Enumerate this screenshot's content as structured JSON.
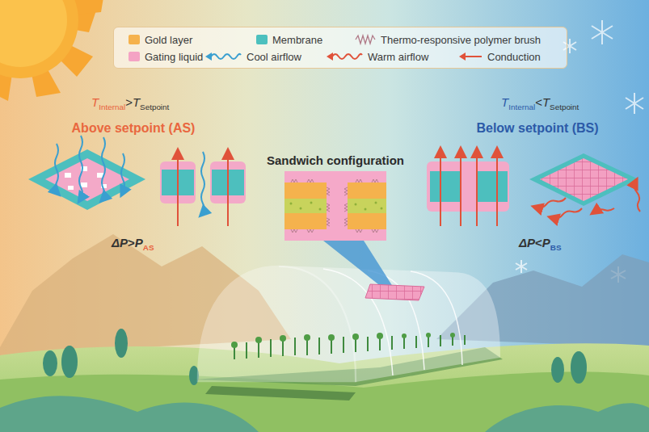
{
  "diagram": {
    "labels": [
      "T",
      "Internal",
      ">",
      "T",
      "Setpoint",
      "Above setpoint (AS)",
      "Sandwich configuration",
      "T",
      "Internal",
      "<",
      "T",
      "Setpoint",
      "Below setpoint (BS)",
      "ΔP",
      ">",
      "P",
      "AS",
      "ΔP",
      "<",
      "P",
      "BS"
    ],
    "legend": [
      {
        "text": "Gold layer",
        "color": "#f5b24d"
      },
      {
        "text": "Membrane",
        "color": "#4cc0be"
      },
      {
        "text": "Thermo-responsive polymer brush"
      },
      {
        "text": "Gating liquid",
        "color": "#f4a3c4"
      },
      {
        "text": "Cool airflow"
      },
      {
        "text": "Warm airflow"
      },
      {
        "text": "Conduction"
      }
    ]
  }
}
